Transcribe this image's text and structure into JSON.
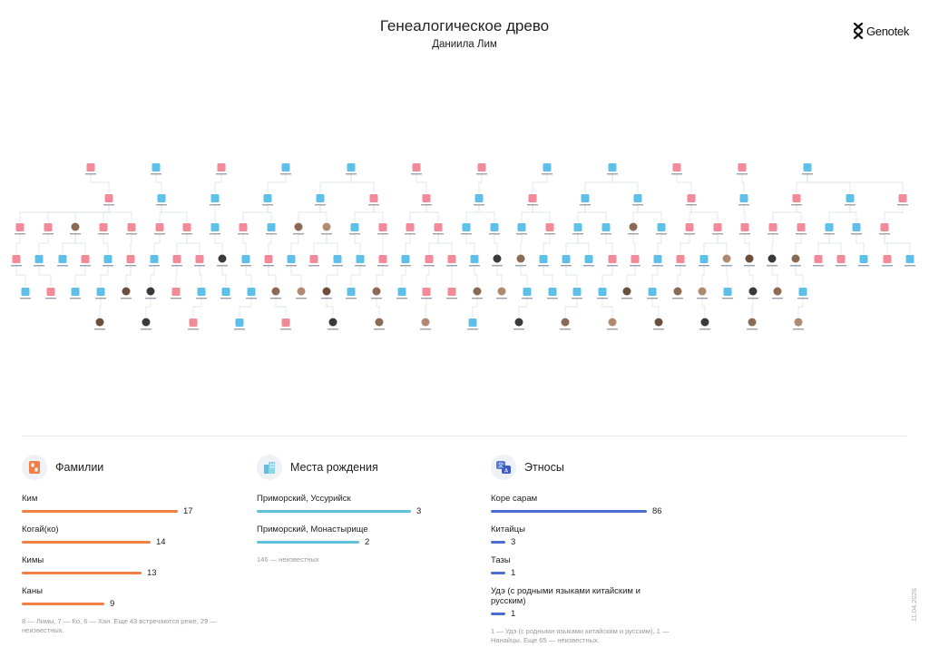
{
  "header": {
    "title": "Генеалогическое древо",
    "subtitle": "Даниила Лим",
    "logo_text": "Genotek"
  },
  "colors": {
    "female": "#f28a98",
    "male": "#5ec0e8",
    "surname_bar": "#f07f45",
    "place_bar": "#5ec0dc",
    "ethnos_bar": "#4a6fd0",
    "icon_orange": "#f07f45",
    "icon_blue": "#5ec0dc",
    "icon_indigo": "#5a78d6"
  },
  "tree": {
    "description_color_keys": [
      "female",
      "male",
      "photo"
    ],
    "rows": [
      {
        "nodes": [
          "f",
          "m",
          "f",
          "m",
          "m",
          "f",
          "f",
          "m",
          "m",
          "f",
          "f",
          "m"
        ]
      },
      {
        "nodes": [
          "f",
          "m",
          "m",
          "m",
          "m",
          "f",
          "f",
          "m",
          "f",
          "m",
          "m",
          "f",
          "m",
          "f",
          "m",
          "f"
        ]
      },
      {
        "nodes": [
          "f",
          "f",
          "p",
          "f",
          "f",
          "f",
          "f",
          "m",
          "f",
          "m",
          "p",
          "p",
          "m",
          "f",
          "f",
          "f",
          "m",
          "m",
          "m",
          "f",
          "m",
          "m",
          "p",
          "m",
          "f",
          "f",
          "f",
          "f",
          "f",
          "m",
          "m",
          "f"
        ]
      },
      {
        "nodes": [
          "f",
          "m",
          "m",
          "f",
          "m",
          "f",
          "m",
          "f",
          "f",
          "p",
          "m",
          "f",
          "m",
          "f",
          "m",
          "m",
          "f",
          "m",
          "f",
          "f",
          "m",
          "p",
          "p",
          "m",
          "m",
          "m",
          "f",
          "f",
          "m",
          "f",
          "m",
          "p",
          "p",
          "p",
          "p",
          "f",
          "f",
          "m",
          "f",
          "m"
        ]
      },
      {
        "nodes": [
          "m",
          "f",
          "m",
          "m",
          "p",
          "p",
          "f",
          "m",
          "m",
          "m",
          "p",
          "p",
          "p",
          "m",
          "p",
          "m",
          "f",
          "f",
          "p",
          "p",
          "m",
          "m",
          "m",
          "m",
          "p",
          "m",
          "p",
          "p",
          "m",
          "p",
          "p",
          "m"
        ]
      },
      {
        "nodes": [
          "p",
          "p",
          "f",
          "m",
          "f",
          "p",
          "p",
          "p",
          "m",
          "p",
          "p",
          "p",
          "p",
          "p",
          "p",
          "p"
        ]
      }
    ]
  },
  "surnames": {
    "title": "Фамилии",
    "items": [
      {
        "label": "Ким",
        "value": 17
      },
      {
        "label": "Когай(ко)",
        "value": 14
      },
      {
        "label": "Кимы",
        "value": 13
      },
      {
        "label": "Каны",
        "value": 9
      }
    ],
    "note": "8 — Лимы, 7 — Ко, 6 — Хан. Еще 43 встречаются реже, 29 — неизвестных.",
    "max": 17
  },
  "places": {
    "title": "Места рождения",
    "items": [
      {
        "label": "Приморский, Уссурийск",
        "value": 3
      },
      {
        "label": "Приморский, Монастырище",
        "value": 2
      }
    ],
    "note": "146 — неизвестных",
    "max": 3
  },
  "ethnos": {
    "title": "Этносы",
    "items": [
      {
        "label": "Коре сарам",
        "value": 86
      },
      {
        "label": "Китайцы",
        "value": 3
      },
      {
        "label": "Тазы",
        "value": 1
      },
      {
        "label": "Удэ (с родными языками китайским и русским)",
        "value": 1
      }
    ],
    "note": "1 — Удэ (с родными языками китайским и русским), 1 — Нанайцы. Еще 65 — неизвестных.",
    "max": 86
  },
  "footer": {
    "date": "11.04.2026"
  }
}
